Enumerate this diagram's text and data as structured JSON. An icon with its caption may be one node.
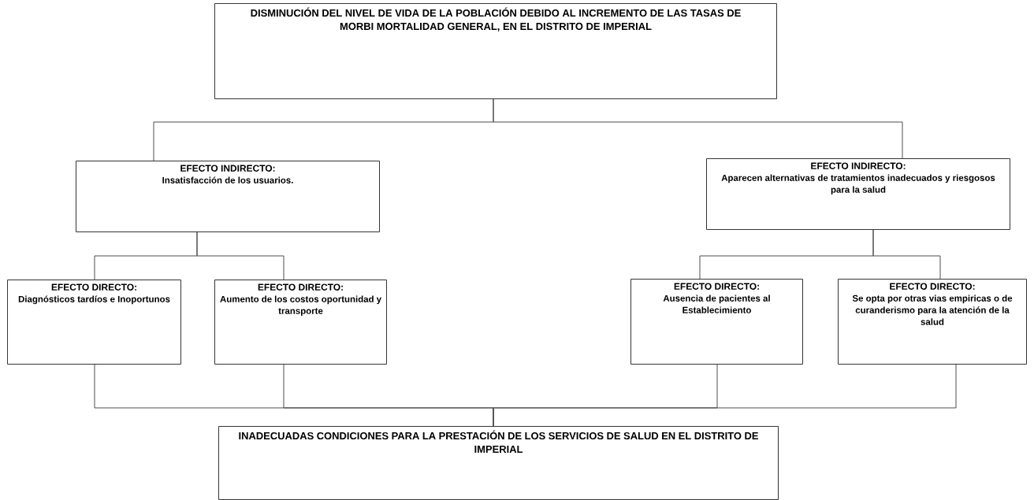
{
  "diagram": {
    "nodes": [
      {
        "text": [
          "DISMINUCIÓN DEL NIVEL DE VIDA DE LA POBLACIÓN DEBIDO AL INCREMENTO DE LAS TASAS DE MORBI MORTALIDAD GENERAL, EN EL DISTRITO DE IMPERIAL"
        ]
      },
      {
        "text": [
          "EFECTO INDIRECTO:",
          "Insatisfacción de los usuarios."
        ]
      },
      {
        "text": [
          "EFECTO INDIRECTO:",
          "Aparecen alternativas de tratamientos inadecuados y riesgosos para la salud"
        ]
      },
      {
        "text": [
          "EFECTO DIRECTO:",
          "Diagnósticos tardíos e Inoportunos"
        ]
      },
      {
        "text": [
          "EFECTO DIRECTO:",
          "Aumento de los costos oportunidad y transporte"
        ]
      },
      {
        "text": [
          "EFECTO DIRECTO:",
          "Ausencia de pacientes al Establecimiento"
        ]
      },
      {
        "text": [
          "EFECTO DIRECTO:",
          "Se opta por otras vias empiricas o de curanderismo para la atención de la salud"
        ]
      },
      {
        "text": [
          "INADECUADAS CONDICIONES PARA LA PRESTACIÓN DE LOS SERVICIOS DE SALUD EN EL DISTRITO DE IMPERIAL"
        ]
      }
    ],
    "edges": [
      {
        "from": 0,
        "to": 1,
        "arrow": "none"
      },
      {
        "from": 0,
        "to": 2,
        "arrow": "none"
      },
      {
        "from": 1,
        "to": 3,
        "arrow": "none"
      },
      {
        "from": 1,
        "to": 4,
        "arrow": "none"
      },
      {
        "from": 2,
        "to": 5,
        "arrow": "none"
      },
      {
        "from": 2,
        "to": 6,
        "arrow": "none"
      },
      {
        "from": 7,
        "to": 3,
        "arrow": "none"
      },
      {
        "from": 7,
        "to": 4,
        "arrow": "none"
      },
      {
        "from": 7,
        "to": 5,
        "arrow": "none"
      },
      {
        "from": 7,
        "to": 6,
        "arrow": "none"
      }
    ]
  }
}
